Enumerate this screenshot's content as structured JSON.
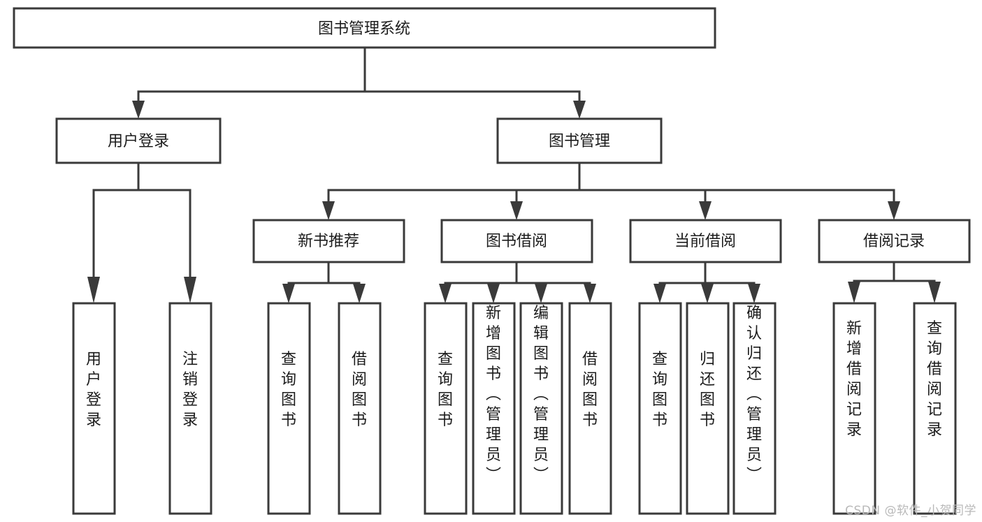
{
  "diagram": {
    "type": "tree",
    "title": "图书管理系统",
    "watermark": "CSDN @软件_小贺同学",
    "colors": {
      "box_stroke": "#3a3a3a",
      "box_fill": "#ffffff",
      "connector": "#3a3a3a",
      "text": "#1c1c1c",
      "watermark": "#b9b9b9",
      "background": "#ffffff"
    },
    "nodes": {
      "root": {
        "label": "图书管理系统",
        "level": 1,
        "orientation": "horizontal"
      },
      "l2": [
        {
          "id": "user-login",
          "label": "用户登录",
          "level": 2,
          "orientation": "horizontal"
        },
        {
          "id": "book-manage",
          "label": "图书管理",
          "level": 2,
          "orientation": "horizontal"
        }
      ],
      "l3": [
        {
          "id": "new-book-recommend",
          "label": "新书推荐",
          "level": 3,
          "orientation": "horizontal",
          "parent": "book-manage"
        },
        {
          "id": "book-borrow",
          "label": "图书借阅",
          "level": 3,
          "orientation": "horizontal",
          "parent": "book-manage"
        },
        {
          "id": "current-borrow",
          "label": "当前借阅",
          "level": 3,
          "orientation": "horizontal",
          "parent": "book-manage"
        },
        {
          "id": "borrow-record",
          "label": "借阅记录",
          "level": 3,
          "orientation": "horizontal",
          "parent": "book-manage"
        }
      ],
      "leaves": [
        {
          "id": "leaf-user-login",
          "label": "用户登录",
          "parent": "user-login",
          "orientation": "vertical"
        },
        {
          "id": "leaf-user-logout",
          "label": "注销登录",
          "parent": "user-login",
          "orientation": "vertical"
        },
        {
          "id": "leaf-query-book-1",
          "label": "查询图书",
          "parent": "new-book-recommend",
          "orientation": "vertical"
        },
        {
          "id": "leaf-borrow-book-1",
          "label": "借阅图书",
          "parent": "new-book-recommend",
          "orientation": "vertical"
        },
        {
          "id": "leaf-query-book-2",
          "label": "查询图书",
          "parent": "book-borrow",
          "orientation": "vertical"
        },
        {
          "id": "leaf-add-book",
          "label": "新增图书（管理员）",
          "parent": "book-borrow",
          "orientation": "vertical"
        },
        {
          "id": "leaf-edit-book",
          "label": "编辑图书（管理员）",
          "parent": "book-borrow",
          "orientation": "vertical"
        },
        {
          "id": "leaf-borrow-book-2",
          "label": "借阅图书",
          "parent": "book-borrow",
          "orientation": "vertical"
        },
        {
          "id": "leaf-query-book-3",
          "label": "查询图书",
          "parent": "current-borrow",
          "orientation": "vertical"
        },
        {
          "id": "leaf-return-book",
          "label": "归还图书",
          "parent": "current-borrow",
          "orientation": "vertical"
        },
        {
          "id": "leaf-confirm-return",
          "label": "确认归还（管理员）",
          "parent": "current-borrow",
          "orientation": "vertical"
        },
        {
          "id": "leaf-add-record",
          "label": "新增借阅记录",
          "parent": "borrow-record",
          "orientation": "vertical"
        },
        {
          "id": "leaf-query-record",
          "label": "查询借阅记录",
          "parent": "borrow-record",
          "orientation": "vertical"
        }
      ]
    }
  }
}
